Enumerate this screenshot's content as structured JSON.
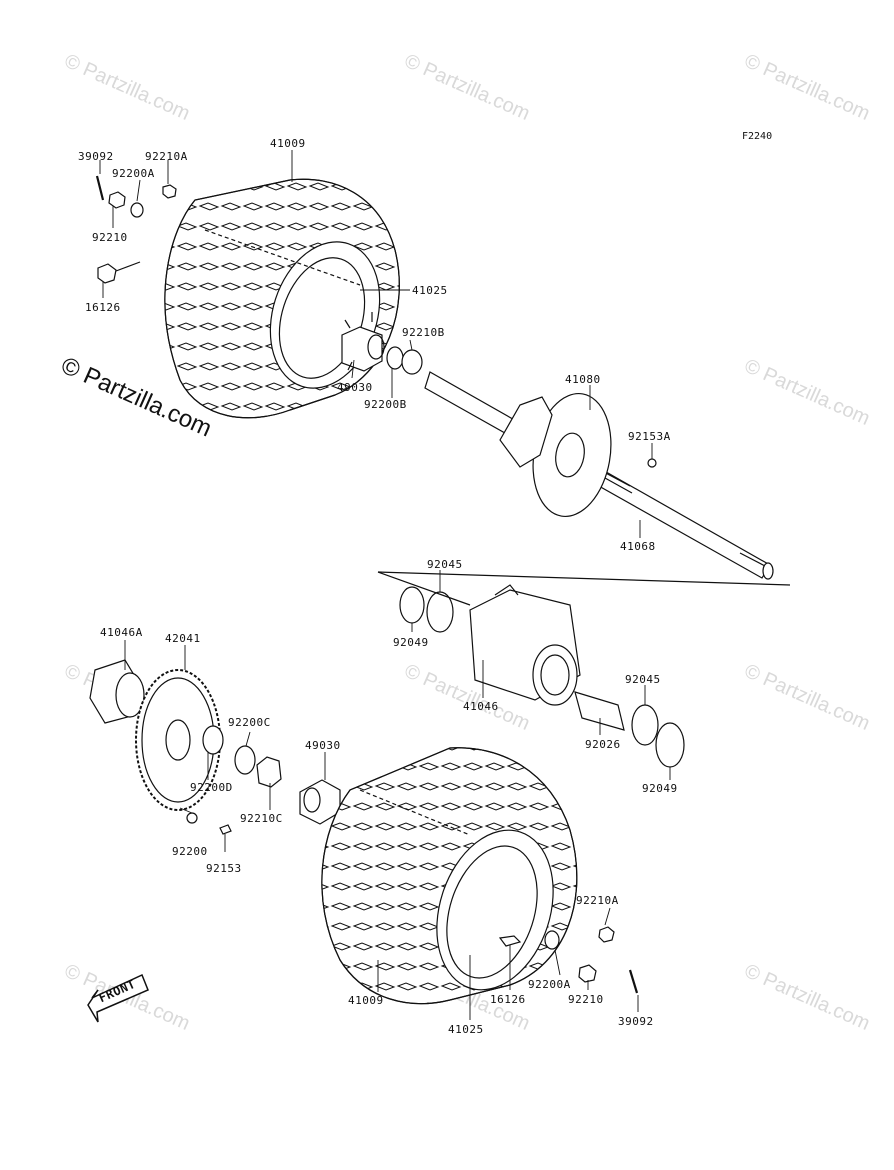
{
  "diagram_code": "F2240",
  "watermark": {
    "main": "© Partzilla.com",
    "faint": "© Partzilla.com"
  },
  "front_label": "FRONT",
  "parts": {
    "p39092_top": "39092",
    "p92210A_top": "92210A",
    "p92200A_top": "92200A",
    "p41009_top": "41009",
    "p92210_top": "92210",
    "p16126_top": "16126",
    "p41025_top": "41025",
    "p92210B": "92210B",
    "p49030_top": "49030",
    "p92200B": "92200B",
    "p41080": "41080",
    "p92153A": "92153A",
    "p41068": "41068",
    "p92045_top": "92045",
    "p92049_left": "92049",
    "p41046": "41046",
    "p92045_right": "92045",
    "p92026": "92026",
    "p92049_right": "92049",
    "p41046A": "41046A",
    "p42041": "42041",
    "p92200C": "92200C",
    "p92200D": "92200D",
    "p49030_bottom": "49030",
    "p92210C": "92210C",
    "p92200": "92200",
    "p92153": "92153",
    "p92210A_bottom": "92210A",
    "p92200A_bottom": "92200A",
    "p16126_bottom": "16126",
    "p92210_bottom": "92210",
    "p39092_bottom": "39092",
    "p41009_bottom": "41009",
    "p41025_bottom": "41025"
  }
}
